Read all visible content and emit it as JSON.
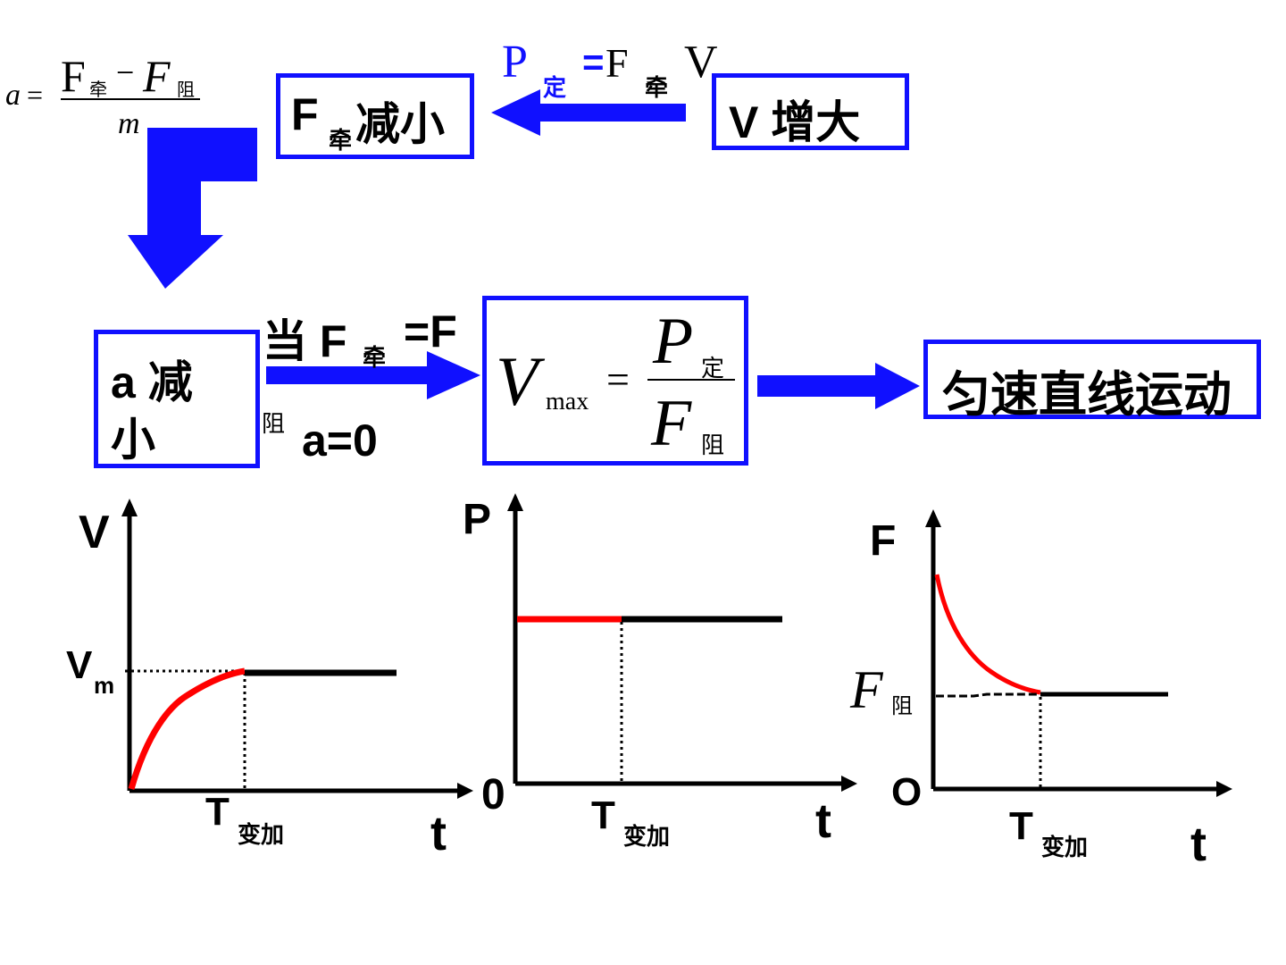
{
  "formula_a": {
    "lhs": "a",
    "eq": "=",
    "num_f": "F",
    "num_f_sub": "牵",
    "minus": "−",
    "num_f2": "F",
    "num_f2_sub": "阻",
    "den": "m"
  },
  "power_relation": {
    "p": "P",
    "p_sub": "定",
    "eq": "=",
    "f": "F",
    "f_sub": "牵",
    "v": "V"
  },
  "box_f_decrease": {
    "f": "F",
    "sub": "牵",
    "text": "减小"
  },
  "box_v_increase": {
    "text": "V 增大"
  },
  "box_a_decrease": {
    "line1": "a 减",
    "line2": "小"
  },
  "condition": {
    "when": "当 F",
    "sub1": "牵",
    "eq": "=F",
    "sub2": "阻",
    "result": "a=0"
  },
  "vmax_formula": {
    "v": "V",
    "v_sub": "max",
    "eq": "=",
    "num": "P",
    "num_sub": "定",
    "den": "F",
    "den_sub": "阻"
  },
  "box_uniform": {
    "text": "匀速直线运动"
  },
  "graphs": {
    "v_t": {
      "y_label": "V",
      "y_mark": "V",
      "y_mark_sub": "m",
      "x_mark": "T",
      "x_mark_sub": "变加",
      "x_label": "t"
    },
    "p_t": {
      "y_label": "P",
      "origin": "0",
      "x_mark": "T",
      "x_mark_sub": "变加",
      "x_label": "t"
    },
    "f_t": {
      "y_label": "F",
      "origin": "O",
      "y_mark": "F",
      "y_mark_sub": "阻",
      "x_mark": "T",
      "x_mark_sub": "变加",
      "x_label": "t"
    }
  },
  "colors": {
    "blue": "#1010ff",
    "red": "#ff0000",
    "black": "#000000"
  }
}
